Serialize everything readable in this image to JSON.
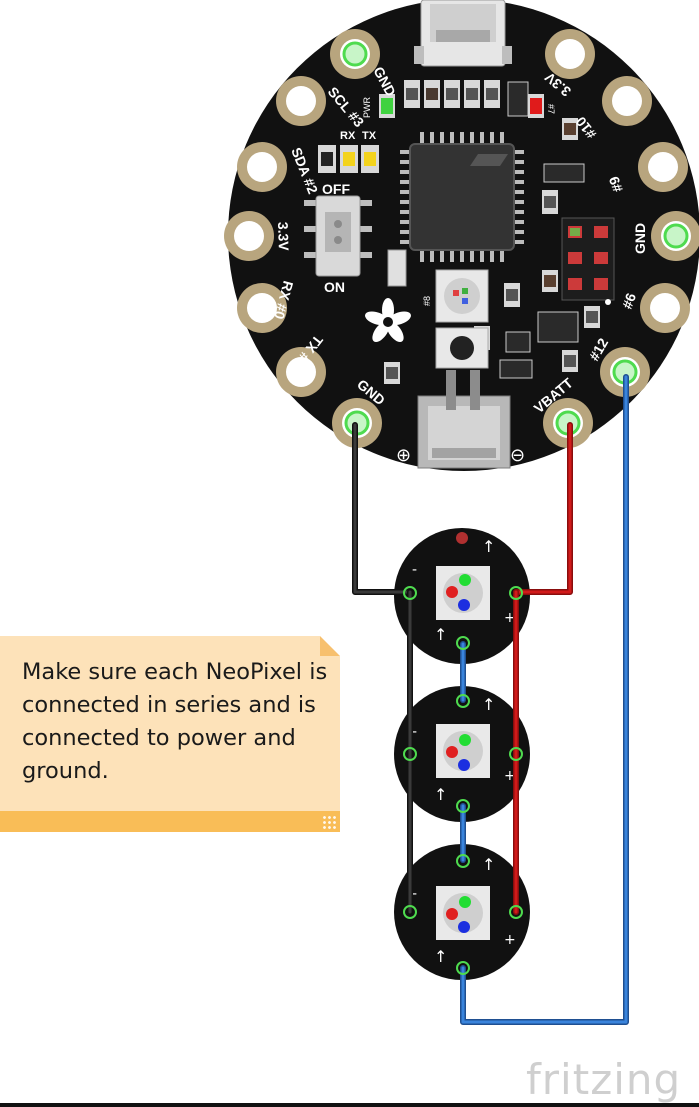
{
  "board": {
    "pads": {
      "gnd_top": "GND",
      "scl": "SCL #3",
      "sda": "SDA #2",
      "v33_left": "3.3V",
      "rx": "RX #0",
      "tx": "TX #1",
      "gnd_bottom": "GND",
      "vbatt": "VBATT",
      "p12": "#12",
      "p6": "#6",
      "gnd_right": "GND",
      "p9": "#9",
      "p10": "#10",
      "v33_right": "3.3V"
    },
    "silkscreen": {
      "pwr": "PWR",
      "rx_led": "RX",
      "tx_led": "TX",
      "off": "OFF",
      "on": "ON",
      "p7": "#7",
      "p8": "#8",
      "plus": "⊕",
      "minus": "⊖"
    }
  },
  "neopixel": {
    "minus": "-",
    "plus": "+",
    "arrow": "↑"
  },
  "note": {
    "text": "Make sure each NeoPixel is connected in series and is connected to power and ground."
  },
  "brand": {
    "logo_text": "fritzing"
  },
  "colors": {
    "board": "#111111",
    "pad_gold": "#b8a57e",
    "wire_black": "#222222",
    "wire_red": "#c01616",
    "wire_blue": "#2f72c6",
    "connected_pad": "#4fdb4f",
    "note_bg": "#fde2b9",
    "note_bar": "#f9bd57"
  }
}
